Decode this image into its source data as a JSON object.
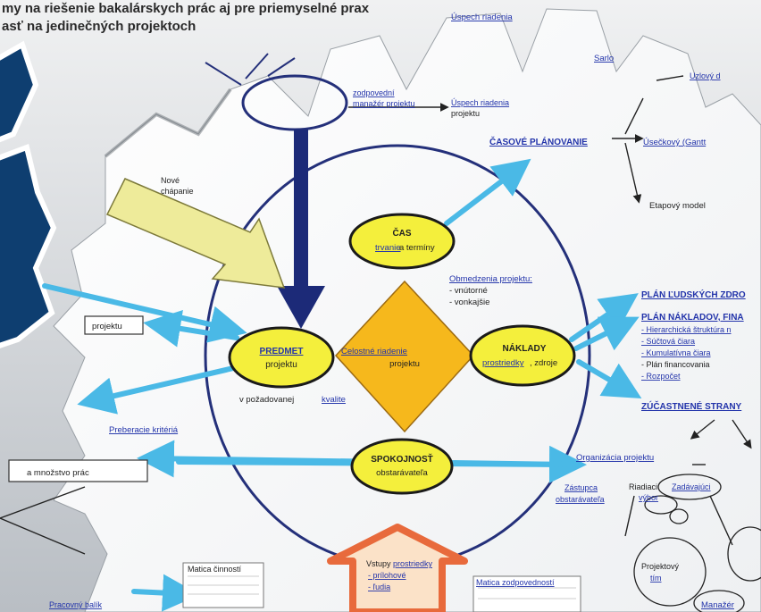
{
  "header": {
    "line1": "my na riešenie bakalárskych prác aj pre priemyselné prax",
    "line2": "asť na jedinečných projektoch"
  },
  "diagram": {
    "center": [
      "Celostné riadenie",
      "projektu"
    ],
    "cas": [
      "ČAS",
      "trvanie",
      "a termíny"
    ],
    "predmet": [
      "PREDMET",
      "projektu"
    ],
    "naklady": [
      "NÁKLADY",
      "prostriedky",
      ", zdroje"
    ],
    "spokojnost": [
      "SPOKOJNOSŤ",
      "obstarávateľa"
    ],
    "kvalita": [
      "v požadovanej ",
      "kvalite"
    ],
    "obmedzenia": [
      "Obmedzenia projektu:",
      "- vnútorné",
      "- vonkajšie"
    ],
    "nove_chapanie": [
      "Nové",
      "chápanie"
    ],
    "casove_planovanie": "ČASOVÉ PLÁNOVANIE",
    "ciselkovy": "Úsečkový (Gantt",
    "etapovy": "Etapový model",
    "plan_ludskych": "PLÁN ĽUDSKÝCH ZDRO",
    "plan_nakladov": "PLÁN NÁKLADOV, FINA",
    "naklady_list": [
      "- Hierarchická štruktúra n",
      "- Súčtová čiara",
      "- Kumulatívna čiara",
      "- Plán financovania",
      "- Rozpočet"
    ],
    "zucastnene": "ZÚČASTNENÉ STRANY",
    "organizacia": "Organizácia projektu",
    "zastupca": [
      "Zástupca",
      "obstarávateľa"
    ],
    "riadiaci": [
      "Riadiaci",
      "Zadávajúci",
      "výbor"
    ],
    "projektovy_tim": [
      "Projektový",
      "tím"
    ],
    "manazer": "Manažér",
    "preberacie": "Preberacie kritériá",
    "mnozstvo": "a množstvo prác",
    "matica_cinnosti": "Matica činností",
    "matica_zodpovednosti": "Matica zodpovedností",
    "vstupy": [
      "Vstupy",
      "prostriedky",
      "- prílohové",
      "- ľudia"
    ],
    "uspech_top": "Úspech riadenia",
    "zodpovedni": [
      "zodpovední",
      "manažér projektu"
    ],
    "uspech_right": [
      "Úspech riadenia",
      "projektu"
    ],
    "sarlo": "Sarlo",
    "uzlovy": "Uzlový d",
    "projektu_left": "projektu",
    "pracovna_balik": "Pracovný balík"
  },
  "colors": {
    "navy_gear": "#0e3e70",
    "yellow": "#f4ef3c",
    "orange_diamond": "#f6b81c",
    "arrow_blue": "#4ab9e6",
    "dark_arrow": "#1c2a78",
    "link_blue": "#2233aa",
    "input_orange": "#e86a3c"
  }
}
